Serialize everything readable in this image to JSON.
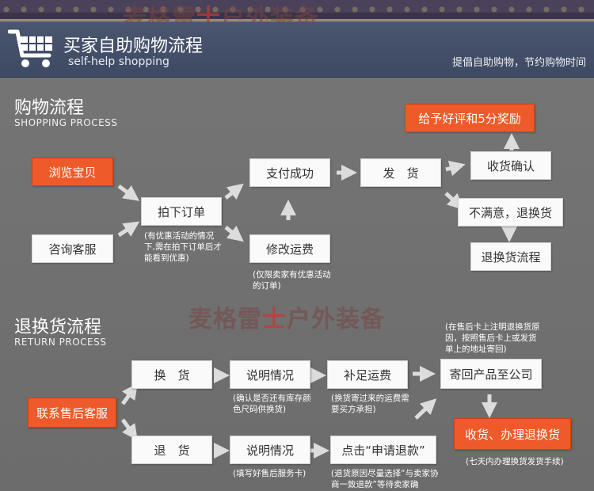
{
  "watermark": {
    "before": "麦格雷",
    "mark": "士",
    "after": "户外装备"
  },
  "header": {
    "title": "买家自助购物流程",
    "subtitle": "self-help shopping",
    "slogan": "提倡自助购物，节约购物时间"
  },
  "shopping": {
    "title": "购物流程",
    "subtitle": "SHOPPING PROCESS",
    "browse": "浏览宝贝",
    "consult": "咨询客服",
    "order": "拍下订单",
    "order_note": "(有优惠活动的情况下,需在拍下订单后才能看到优惠)",
    "paid": "支付成功",
    "modify_shipping": "修改运费",
    "modify_note": "(仅限卖家有优惠活动的订单)",
    "ship": "发　货",
    "confirm": "收货确认",
    "reward": "给予好评和5分奖励",
    "unsatisfied": "不满意，退换货",
    "return_flow": "退换货流程"
  },
  "returns": {
    "title": "退换货流程",
    "subtitle": "RETURN PROCESS",
    "contact": "联系售后客服",
    "exchange": "换　货",
    "refund": "退　货",
    "explain1": "说明情况",
    "explain1_note": "(确认是否还有库存颜色尺码供换货)",
    "explain2": "说明情况",
    "explain2_note": "(填写好售后服务卡)",
    "pay_shipping": "补足运费",
    "pay_shipping_note": "(换货寄过来的运费需要买方承担)",
    "click_refund": "点击“申请退款”",
    "click_refund_note": "(退货原因尽量选择“与卖家协商一致退款”等待卖家确",
    "send_back": "寄回产品至公司",
    "send_back_note": "(在售后卡上注明退换货原因，按照售后卡上或发货单上的地址寄回)",
    "receive": "收货、办理退换货",
    "receive_note": "(七天内办理换货发货手续)"
  }
}
